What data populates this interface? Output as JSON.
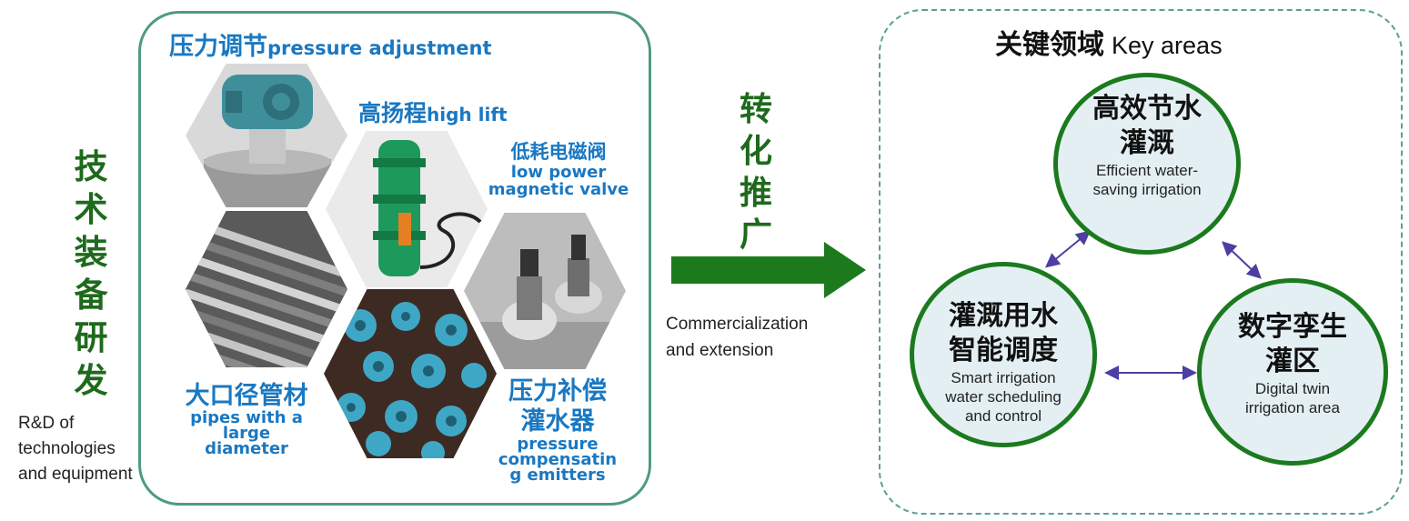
{
  "left": {
    "vertical_title": [
      "技",
      "术",
      "装",
      "备",
      "研",
      "发"
    ],
    "subtitle_lines": [
      "R&D of",
      "technologies",
      "and equipment"
    ],
    "items": {
      "pressure_adjustment": {
        "cn": "压力调节",
        "en": "pressure adjustment"
      },
      "high_lift": {
        "cn": "高扬程",
        "en": "high lift"
      },
      "valve": {
        "cn": "低耗电磁阀",
        "en_lines": [
          "low power",
          "magnetic valve"
        ]
      },
      "pipes": {
        "cn": "大口径管材",
        "en_lines": [
          "pipes with a",
          "large",
          "diameter"
        ]
      },
      "emitters": {
        "cn_lines": [
          "压力补偿",
          "灌水器"
        ],
        "en_lines": [
          "pressure",
          "compensatin",
          "g emitters"
        ]
      }
    }
  },
  "middle": {
    "vertical_title": [
      "转",
      "化",
      "推",
      "广"
    ],
    "text_lines": [
      "Commercialization",
      "and extension"
    ]
  },
  "right": {
    "title_cn": "关键领域",
    "title_en": "Key areas",
    "circles": [
      {
        "cn_lines": [
          "高效节水",
          "灌溉"
        ],
        "en_lines": [
          "Efficient water-",
          "saving irrigation"
        ]
      },
      {
        "cn_lines": [
          "灌溉用水",
          "智能调度"
        ],
        "en_lines": [
          "Smart irrigation",
          "water scheduling",
          "and control"
        ]
      },
      {
        "cn_lines": [
          "数字孪生",
          "灌区"
        ],
        "en_lines": [
          "Digital twin",
          "irrigation area"
        ]
      }
    ]
  },
  "colors": {
    "green_text": "#1e6a1c",
    "blue_label": "#1a78c2",
    "circle_border": "#1b7a1e",
    "circle_fill": "#e3eff3",
    "arrow_green": "#1c7a1c",
    "connector": "#4b3fa3"
  }
}
